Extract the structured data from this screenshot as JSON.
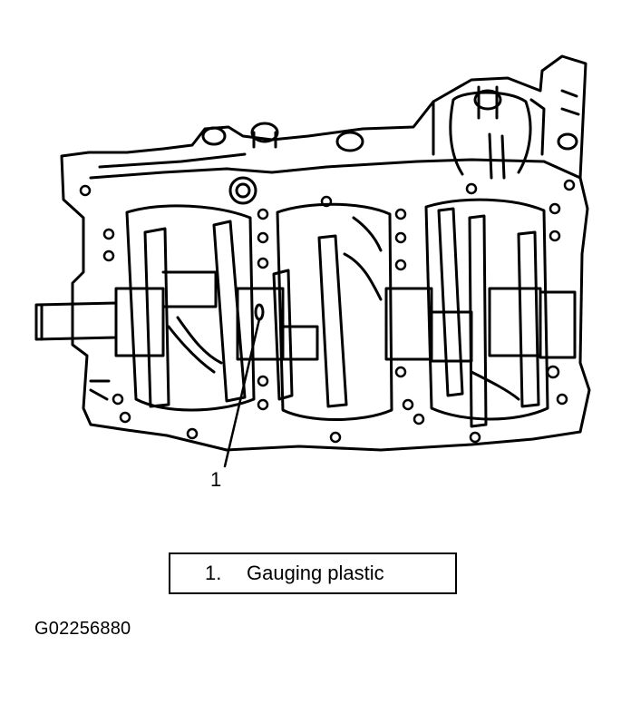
{
  "callout": {
    "number": "1"
  },
  "legend": {
    "number": "1.",
    "label": "Gauging plastic"
  },
  "figure_id": "G02256880"
}
